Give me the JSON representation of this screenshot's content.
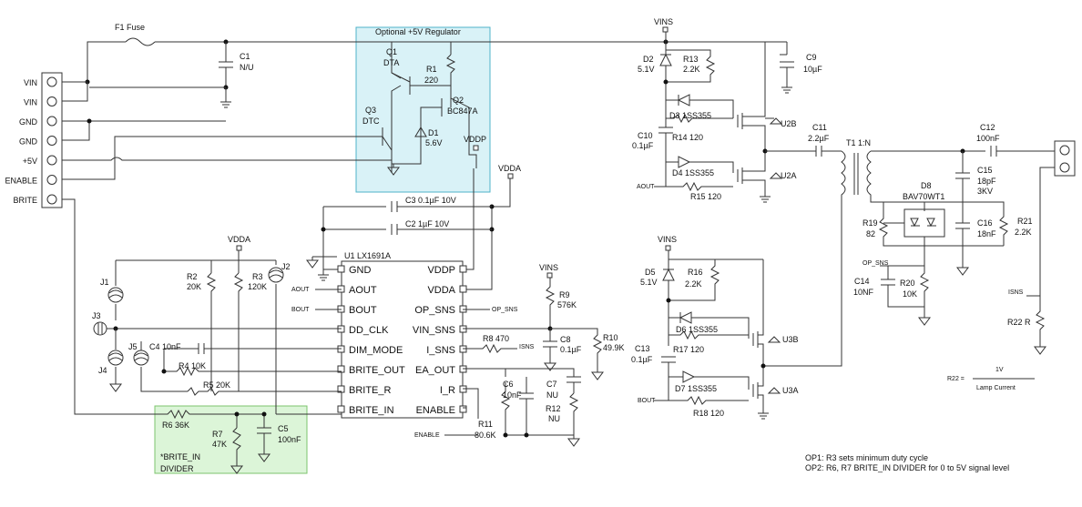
{
  "connector_j_left": {
    "pins": [
      "VIN",
      "VIN",
      "GND",
      "GND",
      "+5V",
      "ENABLE",
      "BRITE"
    ]
  },
  "blocks": {
    "regulator": "Optional +5V Regulator",
    "divider": "*BRITE_IN\nDIVIDER"
  },
  "ic": {
    "name": "U1 LX1691A",
    "left_pins": [
      "GND",
      "AOUT",
      "BOUT",
      "DD_CLK",
      "DIM_MODE",
      "BRITE_OUT",
      "BRITE_R",
      "BRITE_IN"
    ],
    "right_pins": [
      "VDDP",
      "VDDA",
      "OP_SNS",
      "VIN_SNS",
      "I_SNS",
      "EA_OUT",
      "I_R",
      "ENABLE"
    ]
  },
  "labels": {
    "fuse": "F1 Fuse",
    "c1": [
      "C1",
      "N/U"
    ],
    "q1": [
      "Q1",
      "DTA"
    ],
    "r1": [
      "R1",
      "220"
    ],
    "q2": [
      "Q2",
      "BC847A"
    ],
    "q3": [
      "Q3",
      "DTC"
    ],
    "d1": [
      "D1",
      "5.6V"
    ],
    "vddp": "VDDP",
    "vdda_top": "VDDA",
    "c3": "C3 0.1µF 10V",
    "c2": "C2 1µF 10V",
    "vdda_left": "VDDA",
    "r2": [
      "R2",
      "20K"
    ],
    "r3": [
      "R3",
      "120K"
    ],
    "j1": "J1",
    "j2": "J2",
    "j3": "J3",
    "j4": "J4",
    "j5": "J5",
    "c4": "C4 10nF",
    "r4": "R4 10K",
    "r5": "R5 20K",
    "r6": "R6 36K",
    "r7": [
      "R7",
      "47K"
    ],
    "c5": [
      "C5",
      "100nF"
    ],
    "aout_in": "AOUT",
    "bout_in": "BOUT",
    "op_sns_out": "OP_SNS",
    "vins_u1": "VINS",
    "r9": [
      "R9",
      "576K"
    ],
    "r8": "R8 470",
    "isns_out": "ISNS",
    "c8": [
      "C8",
      "0.1µF"
    ],
    "r10": [
      "R10",
      "49.9K"
    ],
    "c6": [
      "C6",
      "10nF"
    ],
    "c7": [
      "C7",
      "NU"
    ],
    "r12": [
      "R12",
      "NU"
    ],
    "r11": [
      "R11",
      "80.6K"
    ],
    "enable_in": "ENABLE",
    "vins_top": "VINS",
    "d2": [
      "D2",
      "5.1V"
    ],
    "r13": [
      "R13",
      "2.2K"
    ],
    "c9": [
      "C9",
      "10µF"
    ],
    "d3": "D3 1SS355",
    "r14": "R14 120",
    "c10": [
      "C10",
      "0.1µF"
    ],
    "u2b": "U2B",
    "u2a": "U2A",
    "d4": "D4 1SS355",
    "r15": "R15 120",
    "aout_drv": "AOUT",
    "c11": [
      "C11",
      "2.2µF"
    ],
    "t1": "T1 1:N",
    "c12": [
      "C12",
      "100nF"
    ],
    "c15": [
      "C15",
      "18pF",
      "3KV"
    ],
    "d8": [
      "D8",
      "BAV70WT1"
    ],
    "r19": [
      "R19",
      "82"
    ],
    "c16": [
      "C16",
      "18nF"
    ],
    "r21": [
      "R21",
      "2.2K"
    ],
    "op_sns_in": "OP_SNS",
    "c14": [
      "C14",
      "10NF"
    ],
    "r20": [
      "R20",
      "10K"
    ],
    "isns_in": "ISNS",
    "r22": "R22 R",
    "vins_bot": "VINS",
    "d5": [
      "D5",
      "5.1V"
    ],
    "r16": [
      "R16",
      "2.2K"
    ],
    "d6": "D6 1SS355",
    "r17": "R17 120",
    "c13": [
      "C13",
      "0.1µF"
    ],
    "u3b": "U3B",
    "u3a": "U3A",
    "d7": "D7 1SS355",
    "r18": "R18 120",
    "bout_drv": "BOUT"
  },
  "formula": {
    "lhs": "R22 =",
    "numerator": "1V",
    "denominator": "Lamp Current"
  },
  "notes": [
    "OP1:  R3 sets minimum duty cycle",
    "OP2: R6, R7 BRITE_IN DIVIDER for 0 to 5V signal level"
  ],
  "colors": {
    "regulator_fill": "#d9f2f7",
    "regulator_border": "#4fb3c8",
    "divider_fill": "#dcf5d8",
    "divider_border": "#7cc46e"
  }
}
